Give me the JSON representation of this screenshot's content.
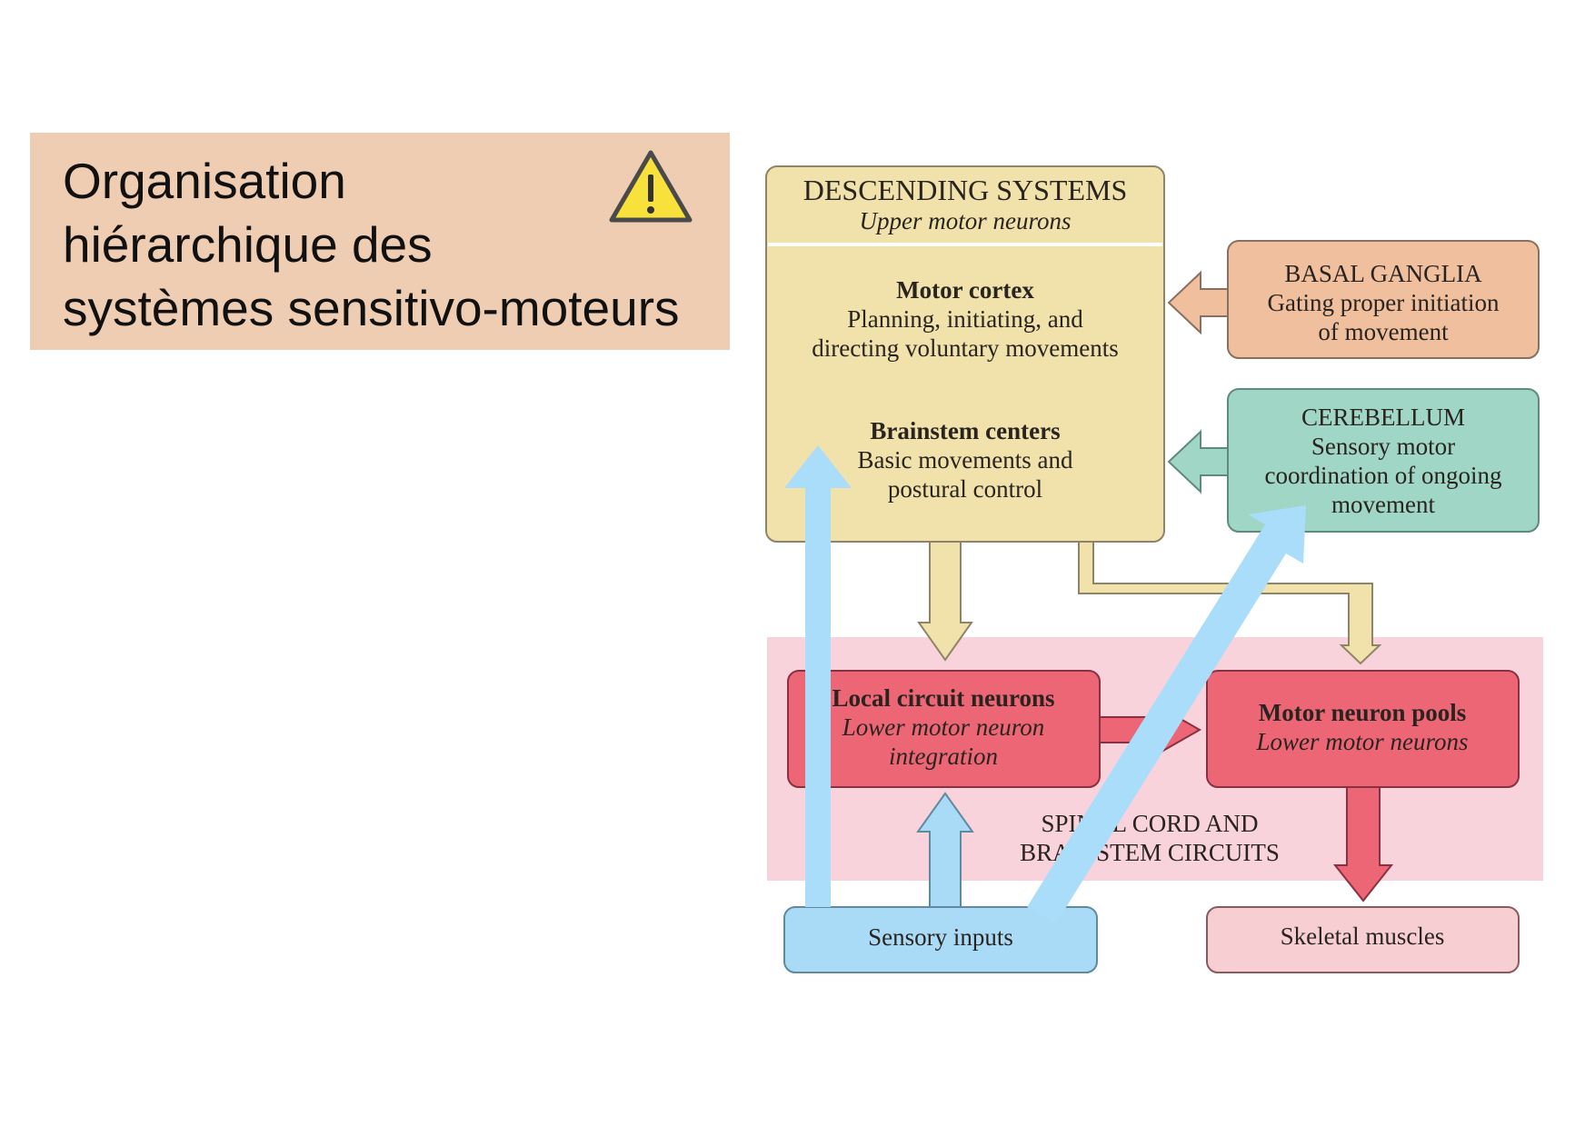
{
  "title": {
    "lines": [
      "Organisation",
      "hiérarchique des",
      "systèmes sensitivo-moteurs"
    ],
    "warning_icon": "warning-triangle-icon"
  },
  "diagram": {
    "descending": {
      "heading": "DESCENDING SYSTEMS",
      "subheading": "Upper motor neurons",
      "motor_cortex": {
        "name": "Motor cortex",
        "lines": [
          "Planning, initiating, and",
          "directing voluntary movements"
        ]
      },
      "brainstem": {
        "name": "Brainstem centers",
        "lines": [
          "Basic movements and",
          "postural control"
        ]
      }
    },
    "basal_ganglia": {
      "name": "BASAL GANGLIA",
      "lines": [
        "Gating proper initiation",
        "of movement"
      ]
    },
    "cerebellum": {
      "name": "CEREBELLUM",
      "lines": [
        "Sensory motor",
        "coordination of ongoing",
        "movement"
      ]
    },
    "local_circuit": {
      "name": "Local circuit neurons",
      "lines": [
        "Lower motor neuron",
        "integration"
      ]
    },
    "motor_neuron_pools": {
      "name": "Motor neuron pools",
      "subtitle": "Lower motor neurons"
    },
    "spinal_label": [
      "SPINAL CORD AND",
      "BRAINSTEM CIRCUITS"
    ],
    "sensory_inputs": "Sensory inputs",
    "skeletal_muscles": "Skeletal muscles"
  },
  "colors": {
    "title_bg": "#efcdb2",
    "descending_fill": "#f1e2ac",
    "basal_fill": "#efbf9e",
    "cerebellum_fill": "#9fd6c6",
    "spinal_bg": "#f8d3dc",
    "red_box": "#ec6675",
    "sensory_fill": "#a9daf6",
    "muscle_fill": "#f7cfd3",
    "overlay_arrow": "#a9ddfa"
  }
}
